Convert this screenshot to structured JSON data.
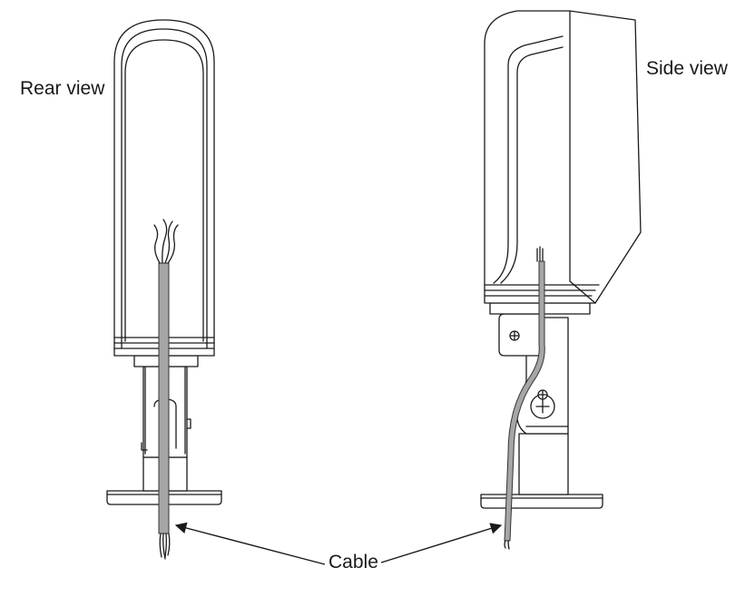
{
  "labels": {
    "rear_view": "Rear view",
    "side_view": "Side view",
    "cable": "Cable"
  },
  "colors": {
    "line": "#1a1a1a",
    "cable_fill": "#a6a6a6",
    "background": "#ffffff"
  }
}
